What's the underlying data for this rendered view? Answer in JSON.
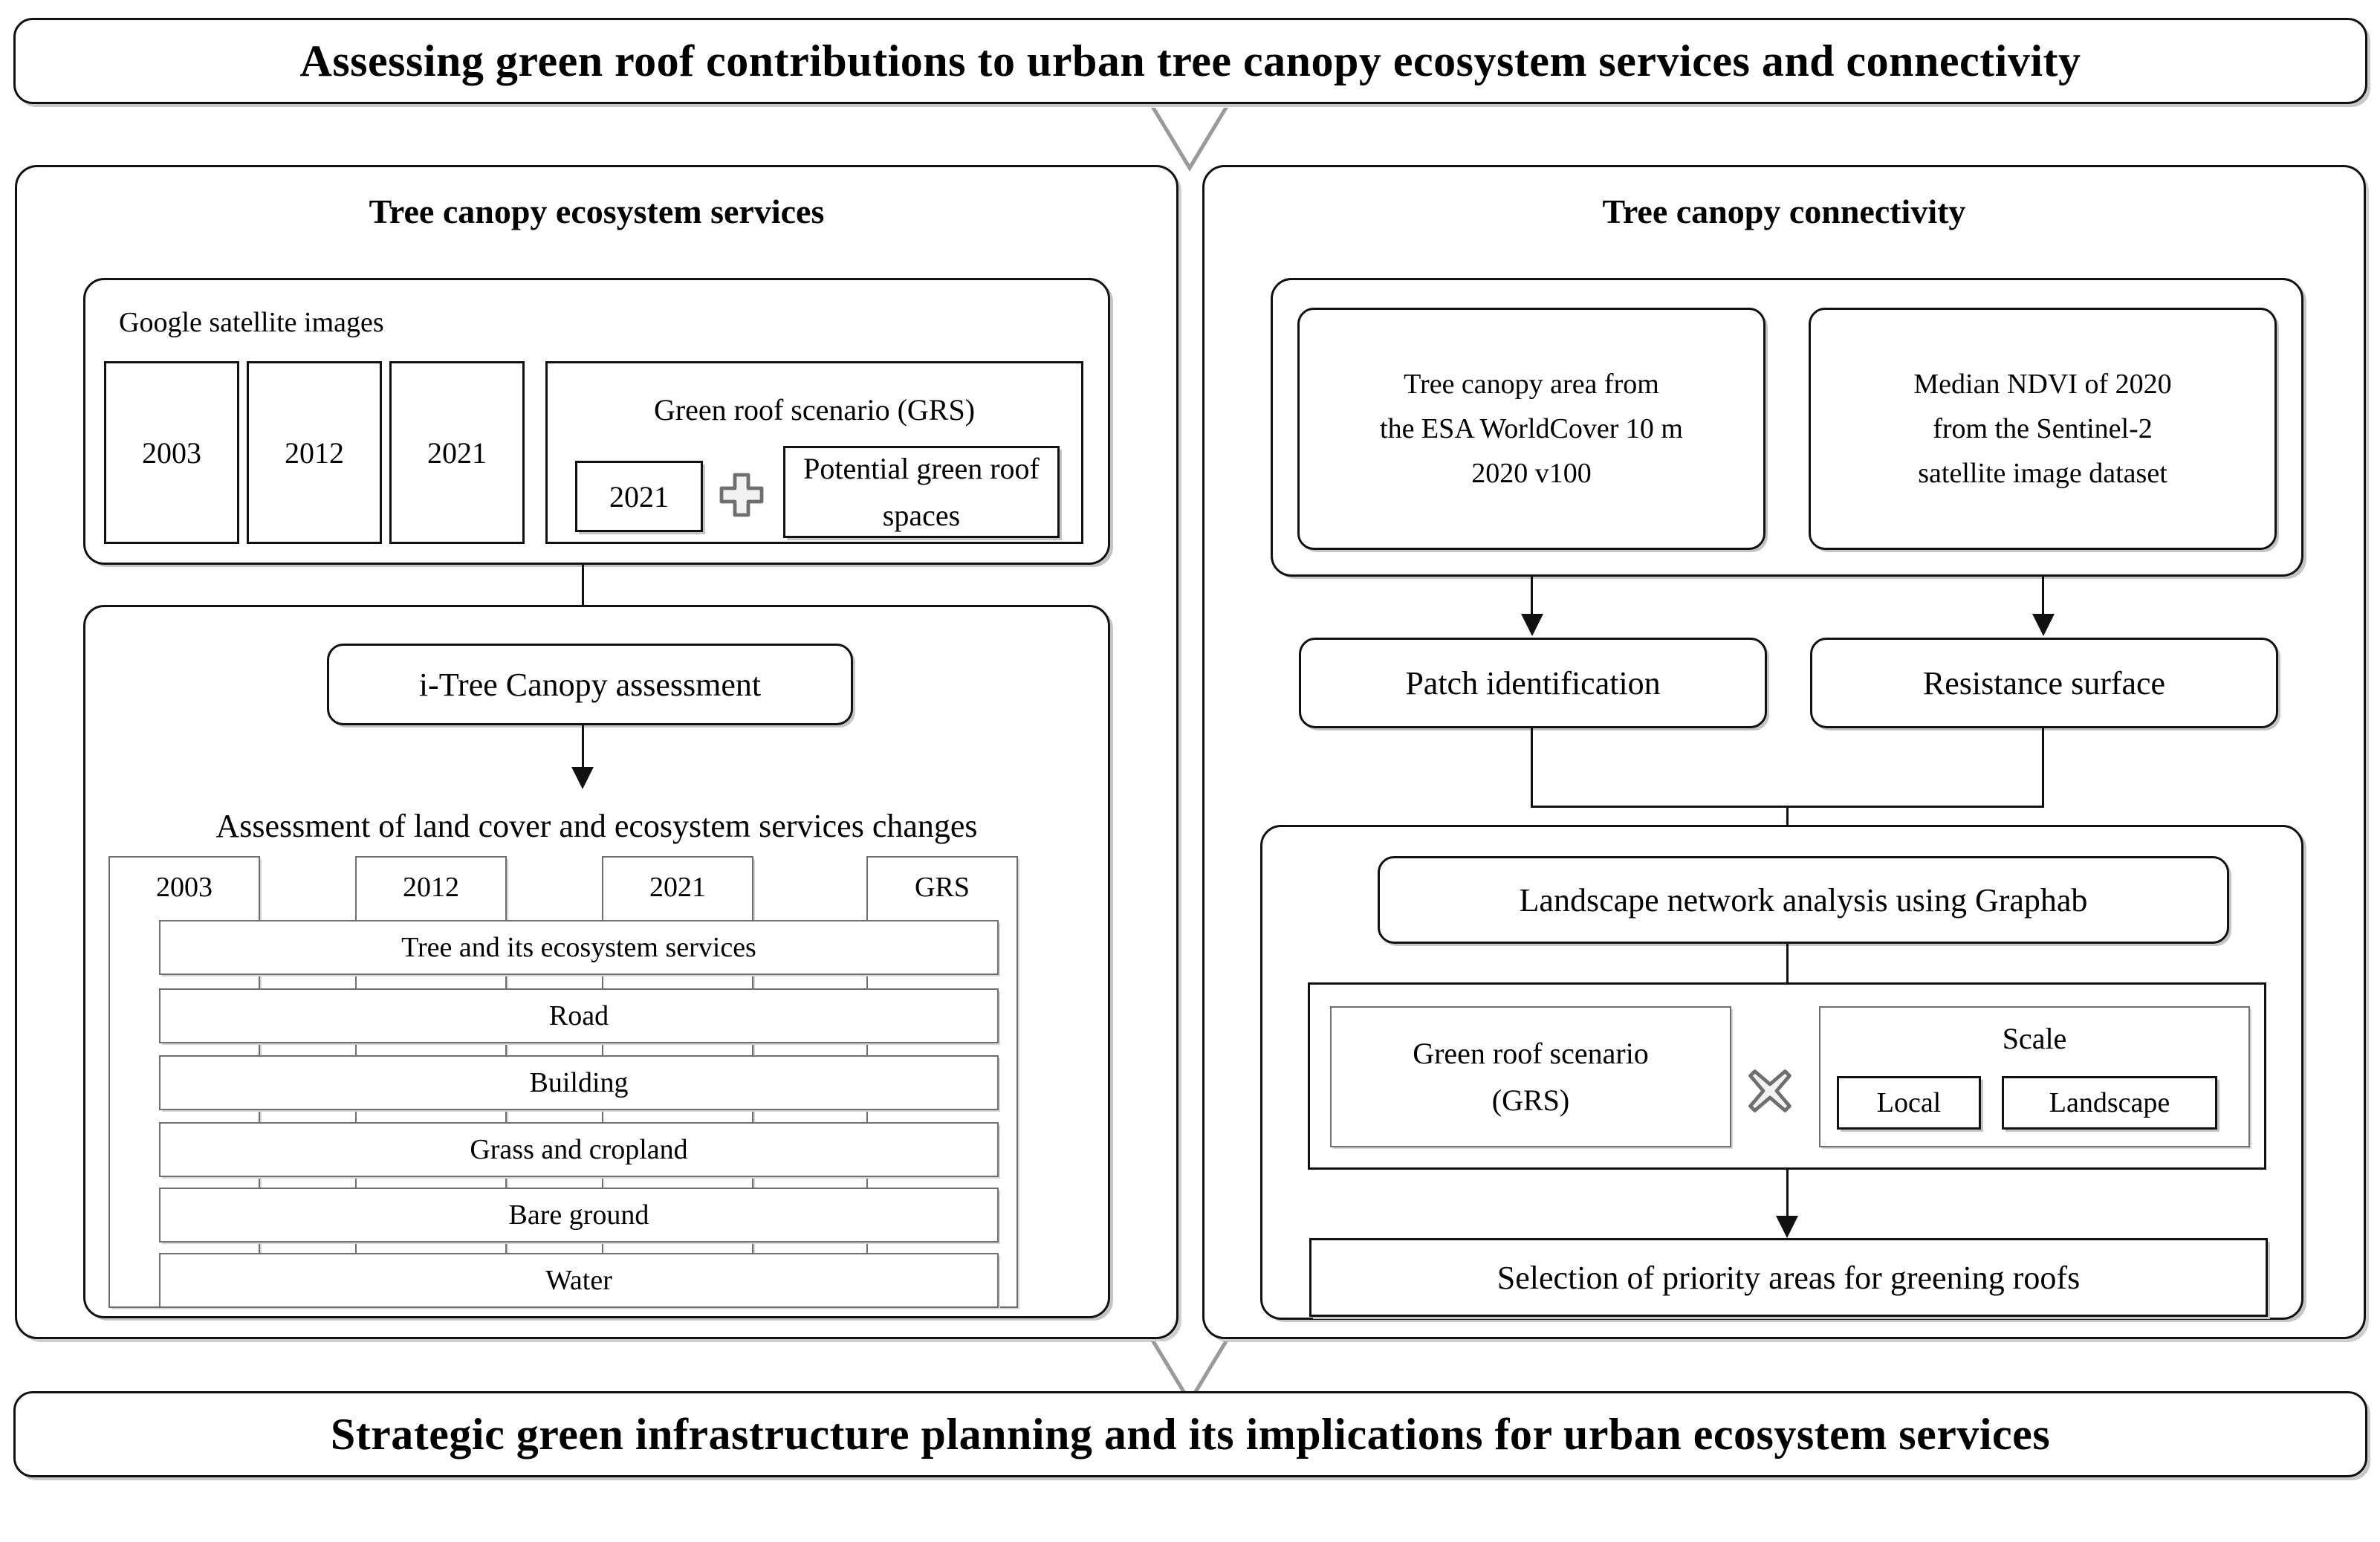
{
  "top_banner": {
    "text": "Assessing green roof contributions to urban tree canopy ecosystem services and connectivity"
  },
  "bottom_banner": {
    "text": "Strategic green infrastructure planning and its implications for urban ecosystem services"
  },
  "left_panel": {
    "title": "Tree canopy ecosystem services",
    "data_box": {
      "label": "Google satellite images",
      "years": [
        "2003",
        "2012",
        "2021"
      ],
      "grs": {
        "title": "Green roof scenario (GRS)",
        "base_year": "2021",
        "plus_icon": "plus-icon",
        "addition": "Potential green roof spaces"
      }
    },
    "method_box": {
      "tool": "i-Tree  Canopy assessment",
      "assessment_label": "Assessment of land cover and ecosystem services changes",
      "columns": [
        "2003",
        "2012",
        "2021",
        "GRS"
      ],
      "rows": [
        "Tree and its ecosystem services",
        "Road",
        "Building",
        "Grass and cropland",
        "Bare ground",
        "Water"
      ]
    }
  },
  "right_panel": {
    "title": "Tree canopy connectivity",
    "sources": [
      "Tree canopy area from\nthe ESA WorldCover 10 m\n2020 v100",
      "Median NDVI of 2020\nfrom the Sentinel-2\nsatellite image dataset"
    ],
    "steps": [
      "Patch identification",
      "Resistance surface"
    ],
    "analysis_box": {
      "tool": "Landscape network analysis using Graphab",
      "scenario": "Green roof scenario\n(GRS)",
      "cross_icon": "x-icon",
      "scale_label": "Scale",
      "scales": [
        "Local",
        "Landscape"
      ],
      "output": "Selection of priority areas for greening roofs"
    }
  },
  "colors": {
    "ink": "#111111",
    "shadow": "#c4c4c4",
    "icon_gray": "#6f6f6f",
    "icon_fill": "#f2f2f2"
  }
}
